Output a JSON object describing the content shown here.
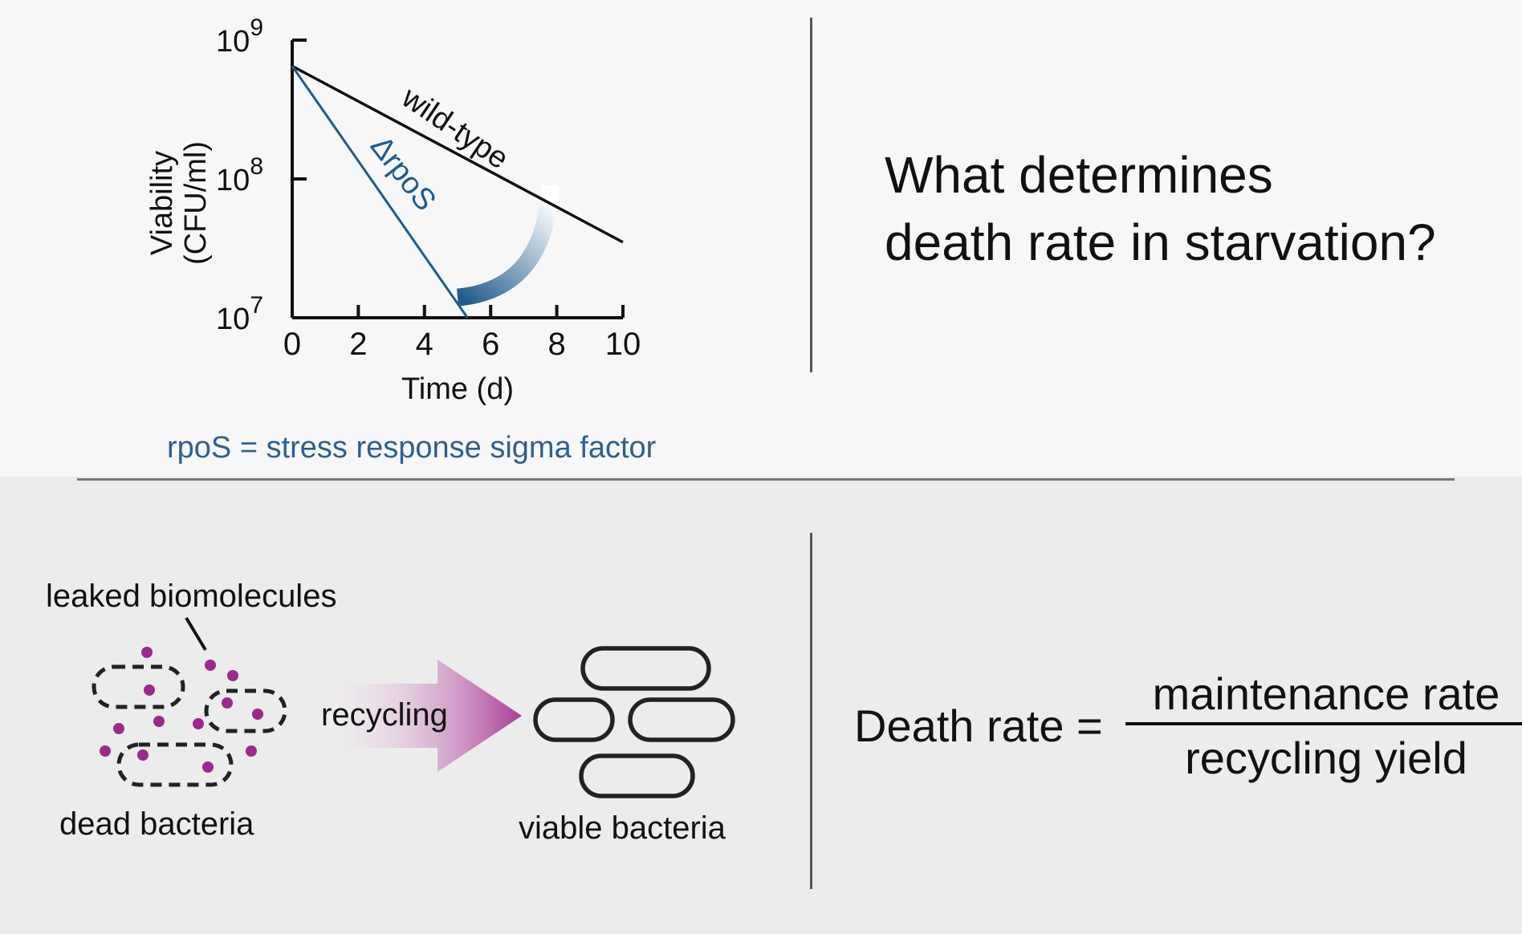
{
  "chart_data": {
    "type": "line",
    "x_label": "Time (d)",
    "y_label_line1": "Viability",
    "y_label_line2": "(CFU/ml)",
    "y_scale": "log",
    "xlim": [
      0,
      10
    ],
    "ylim": [
      10000000,
      1000000000
    ],
    "x_ticks": [
      0,
      2,
      4,
      6,
      8,
      10
    ],
    "y_tick_labels": [
      {
        "value": 10000000,
        "base": "10",
        "exp": "7"
      },
      {
        "value": 100000000,
        "base": "10",
        "exp": "8"
      },
      {
        "value": 1000000000,
        "base": "10",
        "exp": "9"
      }
    ],
    "series": [
      {
        "name": "wild-type",
        "color": "#111111",
        "x": [
          0,
          10
        ],
        "y": [
          650000000,
          35000000
        ]
      },
      {
        "name": "ΔrpoS",
        "color": "#1f5a8c",
        "x": [
          0,
          5.3
        ],
        "y": [
          650000000,
          10000000
        ]
      }
    ],
    "annotation_arc": {
      "from_series": "ΔrpoS",
      "to_series": "wild-type",
      "colors": [
        "#1f5a8c",
        "#ffffff"
      ]
    },
    "footnote": "rpoS = stress response sigma factor",
    "footnote_color": "#2f5f8f"
  },
  "question": {
    "line1": "What determines",
    "line2": "death rate in starvation?"
  },
  "diagram": {
    "leaked_label": "leaked biomolecules",
    "dead_label": "dead bacteria",
    "arrow_label": "recycling",
    "viable_label": "viable bacteria",
    "dot_color": "#9b2a8b",
    "arrow_color": "#a83d96"
  },
  "formula": {
    "lhs": "Death rate =",
    "numerator": "maintenance rate",
    "denominator": "recycling yield"
  }
}
